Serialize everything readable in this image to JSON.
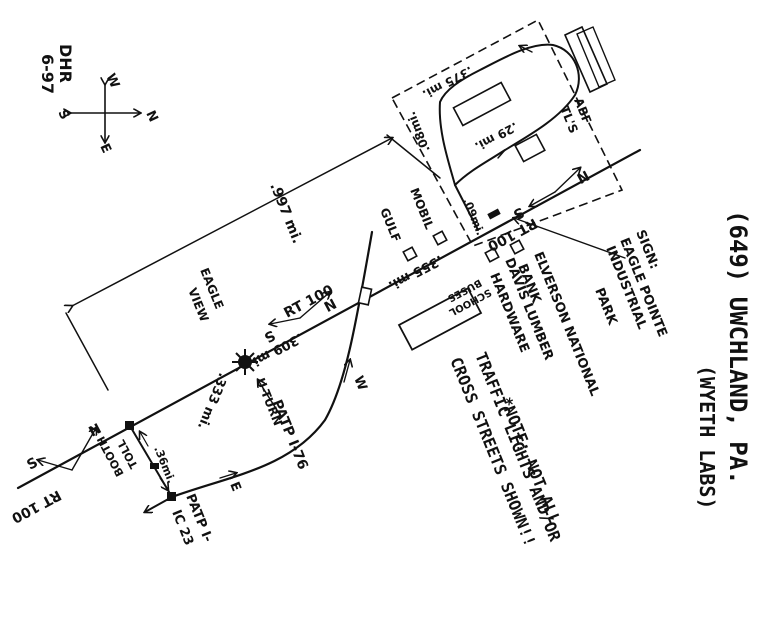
{
  "title": {
    "line1": "(649)  UWCHLAND, PA.",
    "line2": "(WYETH LABS)"
  },
  "author": {
    "initials": "DHR",
    "date": "6-97"
  },
  "compass": {
    "north": "N",
    "south": "S",
    "east": "E",
    "west": "W"
  },
  "roads": {
    "rt100_south": {
      "s": "S",
      "n": "N",
      "label": "RT 100"
    },
    "rt100_middle": {
      "n": "N",
      "s": "S",
      "label": "RT 100"
    },
    "rt100_north": {
      "s": "S",
      "n": "N",
      "label": "RT 100"
    },
    "turnpike": {
      "label": "PATP I-76",
      "east": "E",
      "west": "W"
    },
    "interchange": {
      "line1": "PATP I-",
      "line2": "IC 23"
    },
    "toll_booth": {
      "line1": "TOLL",
      "line2": "BOOTH"
    }
  },
  "distances": {
    "seg_333": ".333 mi.",
    "seg_309": ".309 mi.",
    "seg_355": ".355 mi.",
    "seg_997": ".997 mi.",
    "seg_09": ".09mi.",
    "seg_08": ".08mi.",
    "seg_375": ".375 mi.",
    "seg_29": ".29 mi.",
    "seg_36": ".36mi."
  },
  "landmarks": {
    "eagle_view": {
      "line1": "EAGLE",
      "line2": "VIEW"
    },
    "u_turn": "U-TURN",
    "gulf": "GULF",
    "mobil": "MOBIL",
    "school_buses": {
      "line1": "SCHOOL",
      "line2": "BUSES"
    },
    "davis_hardware": {
      "line1": "DAVIS LUMBER",
      "line2": "HARDWARE"
    },
    "elverson_bank": {
      "line1": "ELVERSON NATIONAL",
      "line2": "BANK"
    },
    "abf": {
      "line1": "ABF",
      "line2": "TL'S"
    },
    "sign": {
      "line1": "SIGN:",
      "line2": "EAGLE POINTE",
      "line3": "INDUSTRIAL",
      "line4": "PARK"
    }
  },
  "note": {
    "line1": "*NOTE: NOT ALL",
    "line2": "TRAFFIC LIGHTS AND/OR",
    "line3": "CROSS STREETS SHOWN!!"
  }
}
